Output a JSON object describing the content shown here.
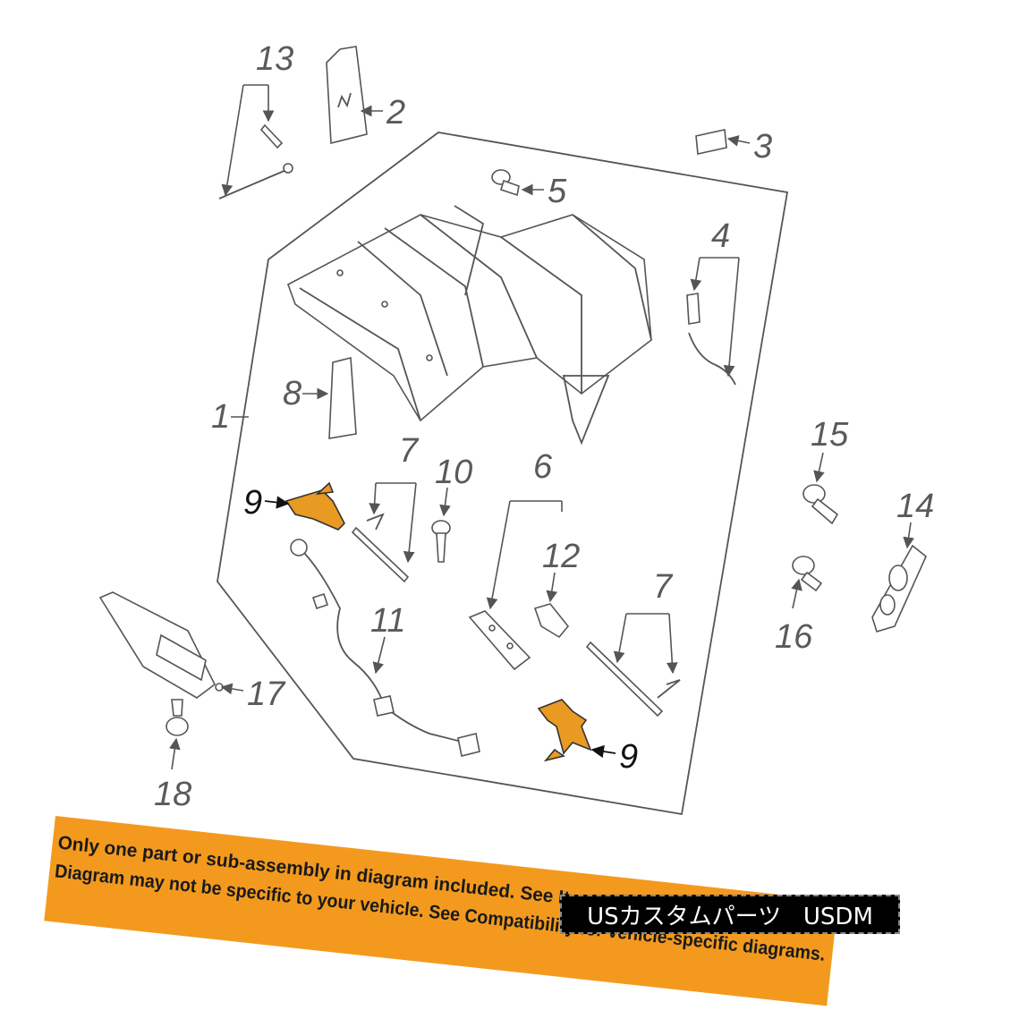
{
  "callouts": {
    "c1": "1",
    "c2": "2",
    "c3": "3",
    "c4": "4",
    "c5": "5",
    "c6": "6",
    "c7a": "7",
    "c7b": "7",
    "c8": "8",
    "c9a": "9",
    "c9b": "9",
    "c10": "10",
    "c11": "11",
    "c12": "12",
    "c13": "13",
    "c14": "14",
    "c15": "15",
    "c16": "16",
    "c17": "17",
    "c18": "18"
  },
  "banner": {
    "line1": "Only one part or sub-assembly in diagram included. See Item Specifics for Reference #.",
    "line2": "Diagram may not be specific to your vehicle. See Compatibility for vehicle-specific diagrams."
  },
  "watermark": "USカスタムパーツ   USDM",
  "colors": {
    "highlight": "#e89a22",
    "banner": "#f39a1e"
  }
}
